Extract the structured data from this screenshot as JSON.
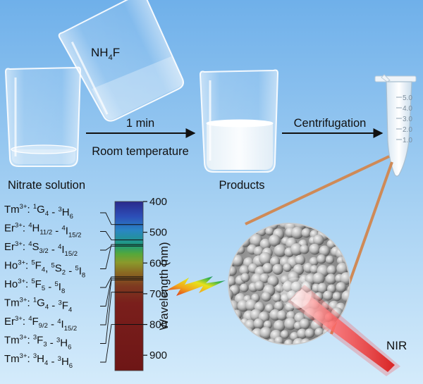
{
  "diagram": {
    "reagent": {
      "base": "NH",
      "sub": "4",
      "tail": "F"
    },
    "step1": {
      "top": "1 min",
      "bottom": "Room temperature"
    },
    "step2": "Centrifugation",
    "start_label": "Nitrate solution",
    "product_label": "Products",
    "tube_marks": [
      "5.0",
      "4.0",
      "3.0",
      "2.0",
      "1.0"
    ],
    "laser_label": "NIR"
  },
  "spectrum": {
    "axis_label": "Wavelength (nm)",
    "ticks": [
      "400",
      "500",
      "600",
      "700",
      "800",
      "900"
    ],
    "range_nm": [
      400,
      950
    ],
    "transitions": [
      {
        "ion": "Tm",
        "charge": "3+",
        "lines": [
          {
            "sup": "1",
            "letter": "G",
            "sub": "4"
          },
          {
            "sup": "3",
            "letter": "H",
            "sub": "6"
          }
        ],
        "wavelength_nm": 475
      },
      {
        "ion": "Er",
        "charge": "3+",
        "lines": [
          {
            "sup": "4",
            "letter": "H",
            "sub": "11/2"
          },
          {
            "sup": "4",
            "letter": "I",
            "sub": "15/2"
          }
        ],
        "wavelength_nm": 525
      },
      {
        "ion": "Er",
        "charge": "3+",
        "lines": [
          {
            "sup": "4",
            "letter": "S",
            "sub": "3/2"
          },
          {
            "sup": "4",
            "letter": "I",
            "sub": "15/2"
          }
        ],
        "wavelength_nm": 545
      },
      {
        "ion": "Ho",
        "charge": "3+",
        "lines": [
          {
            "sup": "5",
            "letter": "F",
            "sub": "4"
          },
          {
            "sup": "5",
            "letter": "S",
            "sub": "2"
          },
          {
            "sup": "5",
            "letter": "I",
            "sub": "8"
          }
        ],
        "wavelength_nm": 540
      },
      {
        "ion": "Ho",
        "charge": "3+",
        "lines": [
          {
            "sup": "5",
            "letter": "F",
            "sub": "5"
          },
          {
            "sup": "5",
            "letter": "I",
            "sub": "8"
          }
        ],
        "wavelength_nm": 645
      },
      {
        "ion": "Tm",
        "charge": "3+",
        "lines": [
          {
            "sup": "1",
            "letter": "G",
            "sub": "4"
          },
          {
            "sup": "3",
            "letter": "F",
            "sub": "4"
          }
        ],
        "wavelength_nm": 650
      },
      {
        "ion": "Er",
        "charge": "3+",
        "lines": [
          {
            "sup": "4",
            "letter": "F",
            "sub": "9/2"
          },
          {
            "sup": "4",
            "letter": "I",
            "sub": "15/2"
          }
        ],
        "wavelength_nm": 655
      },
      {
        "ion": "Tm",
        "charge": "3+",
        "lines": [
          {
            "sup": "3",
            "letter": "F",
            "sub": "3"
          },
          {
            "sup": "3",
            "letter": "H",
            "sub": "6"
          }
        ],
        "wavelength_nm": 695
      },
      {
        "ion": "Tm",
        "charge": "3+",
        "lines": [
          {
            "sup": "3",
            "letter": "H",
            "sub": "4"
          },
          {
            "sup": "3",
            "letter": "H",
            "sub": "6"
          }
        ],
        "wavelength_nm": 800
      }
    ]
  }
}
